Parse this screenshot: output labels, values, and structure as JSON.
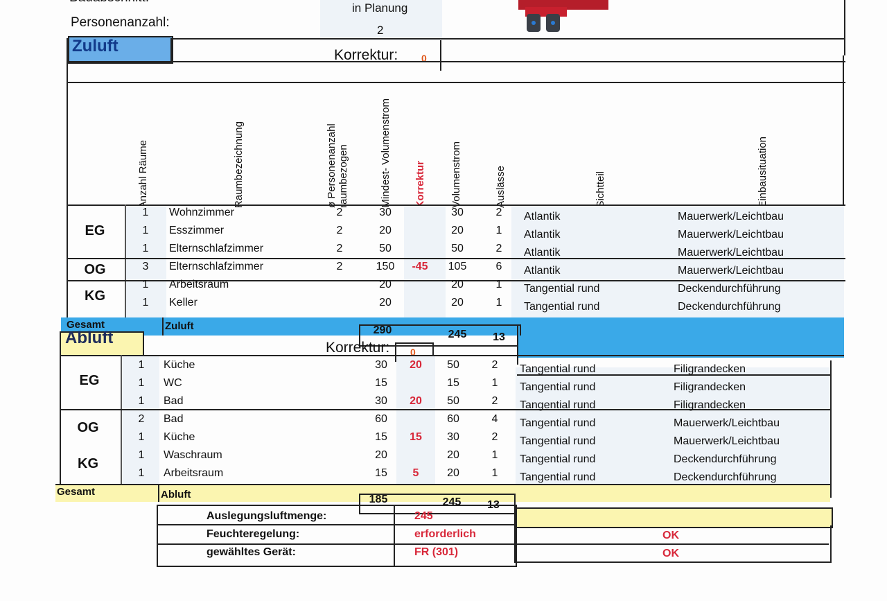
{
  "header": {
    "bauabschnitt_label": "Bauabschnitt:",
    "bauabschnitt_value": "in Planung",
    "personen_label": "Personenanzahl:",
    "personen_value": "2"
  },
  "columns": {
    "anzahl": "Anzahl Räume",
    "raum": "Raumbezeichnung",
    "personen": "ø Personenanzahl raumbezogen",
    "mindest": "Mindest- Volumenstrom",
    "korrektur": "Korrektur",
    "volumenstrom": "Volumenstrom",
    "auslaesse": "Auslässe",
    "sichtteil": "Sichtteil",
    "einbau": "Einbausituation"
  },
  "zuluft": {
    "title": "Zuluft",
    "korrektur_label": "Korrektur:",
    "korrektur_value": "0",
    "floors": [
      "EG",
      "OG",
      "KG"
    ],
    "rows": [
      {
        "anzahl": "1",
        "raum": "Wohnzimmer",
        "personen": "2",
        "mindest": "30",
        "korrektur": "",
        "volumen": "30",
        "auslaesse": "2",
        "sichtteil": "Atlantik",
        "einbau": "Mauerwerk/Leichtbau"
      },
      {
        "anzahl": "1",
        "raum": "Esszimmer",
        "personen": "2",
        "mindest": "20",
        "korrektur": "",
        "volumen": "20",
        "auslaesse": "1",
        "sichtteil": "Atlantik",
        "einbau": "Mauerwerk/Leichtbau"
      },
      {
        "anzahl": "1",
        "raum": "Elternschlafzimmer",
        "personen": "2",
        "mindest": "50",
        "korrektur": "",
        "volumen": "50",
        "auslaesse": "2",
        "sichtteil": "Atlantik",
        "einbau": "Mauerwerk/Leichtbau"
      },
      {
        "anzahl": "3",
        "raum": "Elternschlafzimmer",
        "personen": "2",
        "mindest": "150",
        "korrektur": "-45",
        "volumen": "105",
        "auslaesse": "6",
        "sichtteil": "Atlantik",
        "einbau": "Mauerwerk/Leichtbau"
      },
      {
        "anzahl": "1",
        "raum": "Arbeitsraum",
        "personen": "",
        "mindest": "20",
        "korrektur": "",
        "volumen": "20",
        "auslaesse": "1",
        "sichtteil": "Tangential rund",
        "einbau": "Deckendurchführung"
      },
      {
        "anzahl": "1",
        "raum": "Keller",
        "personen": "",
        "mindest": "20",
        "korrektur": "",
        "volumen": "20",
        "auslaesse": "1",
        "sichtteil": "Tangential rund",
        "einbau": "Deckendurchführung"
      }
    ],
    "total": {
      "label": "Gesamt",
      "name": "Zuluft",
      "mindest": "290",
      "volumen": "245",
      "auslaesse": "13"
    }
  },
  "abluft": {
    "title": "Abluft",
    "korrektur_label": "Korrektur:",
    "korrektur_value": "0",
    "floors": [
      "EG",
      "OG",
      "KG"
    ],
    "rows": [
      {
        "anzahl": "1",
        "raum": "Küche",
        "mindest": "30",
        "korrektur": "20",
        "volumen": "50",
        "auslaesse": "2",
        "sichtteil": "Tangential rund",
        "einbau": "Filigrandecken"
      },
      {
        "anzahl": "1",
        "raum": "WC",
        "mindest": "15",
        "korrektur": "",
        "volumen": "15",
        "auslaesse": "1",
        "sichtteil": "Tangential rund",
        "einbau": "Filigrandecken"
      },
      {
        "anzahl": "1",
        "raum": "Bad",
        "mindest": "30",
        "korrektur": "20",
        "volumen": "50",
        "auslaesse": "2",
        "sichtteil": "Tangential rund",
        "einbau": "Filigrandecken"
      },
      {
        "anzahl": "2",
        "raum": "Bad",
        "mindest": "60",
        "korrektur": "",
        "volumen": "60",
        "auslaesse": "4",
        "sichtteil": "Tangential rund",
        "einbau": "Mauerwerk/Leichtbau"
      },
      {
        "anzahl": "1",
        "raum": "Küche",
        "mindest": "15",
        "korrektur": "15",
        "volumen": "30",
        "auslaesse": "2",
        "sichtteil": "Tangential rund",
        "einbau": "Mauerwerk/Leichtbau"
      },
      {
        "anzahl": "1",
        "raum": "Waschraum",
        "mindest": "20",
        "korrektur": "",
        "volumen": "20",
        "auslaesse": "1",
        "sichtteil": "Tangential rund",
        "einbau": "Deckendurchführung"
      },
      {
        "anzahl": "1",
        "raum": "Arbeitsraum",
        "mindest": "15",
        "korrektur": "5",
        "volumen": "20",
        "auslaesse": "1",
        "sichtteil": "Tangential rund",
        "einbau": "Deckendurchführung"
      }
    ],
    "total": {
      "label": "Gesamt",
      "name": "Abluft",
      "mindest": "185",
      "volumen": "245",
      "auslaesse": "13"
    }
  },
  "summary": [
    {
      "label": "Auslegungsluftmenge:",
      "value": "245",
      "status": ""
    },
    {
      "label": "Feuchteregelung:",
      "value": "erforderlich",
      "status": "OK"
    },
    {
      "label": "gewähltes Gerät:",
      "value": "FR (301)",
      "status": "OK"
    }
  ],
  "colors": {
    "zuluft_blue": "#3aa9e8",
    "zuluft_title_bg": "#6aaee8",
    "abluft_yellow": "#fbf5b0",
    "red": "#d8283a"
  }
}
